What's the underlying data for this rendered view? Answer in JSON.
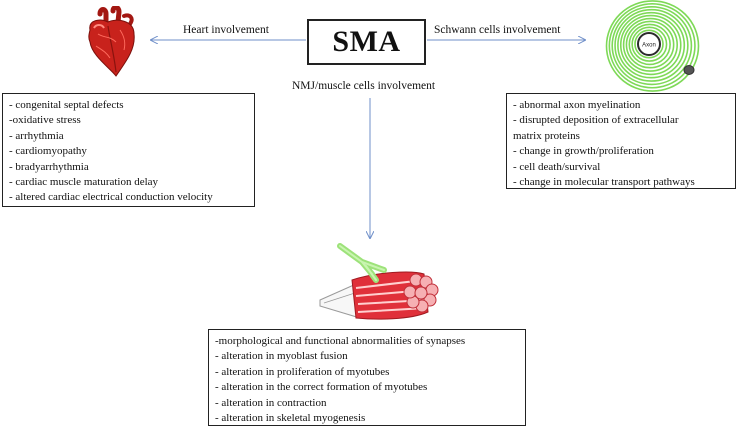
{
  "title": "SMA",
  "branches": {
    "heart": {
      "label": "Heart involvement",
      "items": [
        "- congenital septal defects",
        "-oxidative stress",
        "- arrhythmia",
        "- cardiomyopathy",
        "- bradyarrhythmia",
        "- cardiac muscle maturation delay",
        "- altered cardiac electrical  conduction velocity"
      ]
    },
    "schwann": {
      "label": "Schwann cells involvement",
      "icon_text": "Axon",
      "items": [
        "- abnormal  axon myelination",
        "- disrupted deposition of  extracellular",
        "matrix proteins",
        "- change in growth/proliferation",
        "- cell death/survival",
        "- change in molecular  transport  pathways"
      ]
    },
    "nmj": {
      "label": "NMJ/muscle cells involvement",
      "items": [
        "-morphological and functional abnormalities of synapses",
        "- alteration in myoblast fusion",
        "- alteration in proliferation  of myotubes",
        "- alteration  in the correct formation of myotubes",
        "- alteration in contraction",
        "- alteration in skeletal myogenesis"
      ]
    }
  },
  "colors": {
    "arrow": "#6f8fc9",
    "heart": "#c8221c",
    "myelin": "#7ed957",
    "muscle": "#e0303a",
    "nerve": "#9de27a"
  },
  "icons": [
    "heart-icon",
    "myelinated-axon-icon",
    "neuromuscular-junction-icon"
  ]
}
